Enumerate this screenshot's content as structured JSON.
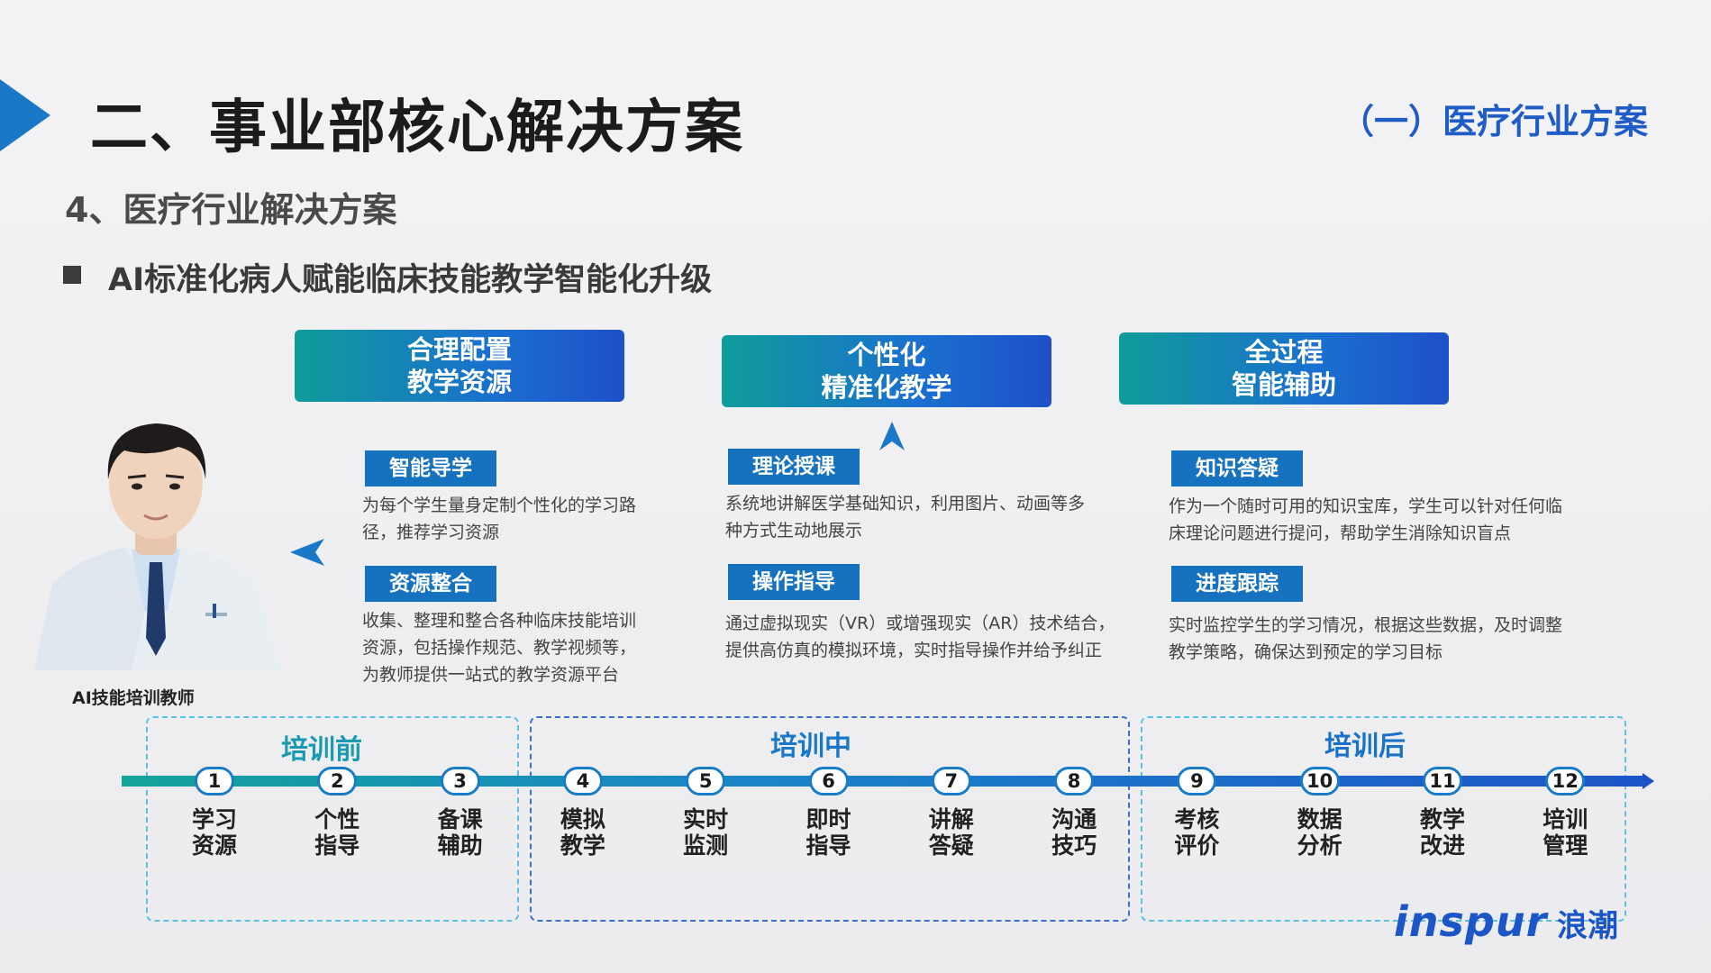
{
  "header": {
    "title": "二、事业部核心解决方案",
    "section": "（一）医疗行业方案",
    "subtitle": "4、医疗行业解决方案",
    "bullet": "AI标准化病人赋能临床技能教学智能化升级"
  },
  "columns": [
    {
      "banner_line1": "合理配置",
      "banner_line2": "教学资源",
      "items": [
        {
          "tag": "智能导学",
          "desc1": "为每个学生量身定制个性化的学习路",
          "desc2": "径，推荐学习资源",
          "desc3": ""
        },
        {
          "tag": "资源整合",
          "desc1": "收集、整理和整合各种临床技能培训",
          "desc2": "资源，包括操作规范、教学视频等，",
          "desc3": "为教师提供一站式的教学资源平台"
        }
      ]
    },
    {
      "banner_line1": "个性化",
      "banner_line2": "精准化教学",
      "items": [
        {
          "tag": "理论授课",
          "desc1": "系统地讲解医学基础知识，利用图片、动画等多",
          "desc2": "种方式生动地展示",
          "desc3": ""
        },
        {
          "tag": "操作指导",
          "desc1": "通过虚拟现实（VR）或增强现实（AR）技术结合，",
          "desc2": "提供高仿真的模拟环境，实时指导操作并给予纠正",
          "desc3": ""
        }
      ]
    },
    {
      "banner_line1": "全过程",
      "banner_line2": "智能辅助",
      "items": [
        {
          "tag": "知识答疑",
          "desc1": "作为一个随时可用的知识宝库，学生可以针对任何临",
          "desc2": "床理论问题进行提问，帮助学生消除知识盲点",
          "desc3": ""
        },
        {
          "tag": "进度跟踪",
          "desc1": "实时监控学生的学习情况，根据这些数据，及时调整",
          "desc2": "教学策略，确保达到预定的学习目标",
          "desc3": ""
        }
      ]
    }
  ],
  "doctor_caption": "AI技能培训教师",
  "phases": [
    "培训前",
    "培训中",
    "培训后"
  ],
  "steps": [
    {
      "num": "1",
      "l1": "学习",
      "l2": "资源"
    },
    {
      "num": "2",
      "l1": "个性",
      "l2": "指导"
    },
    {
      "num": "3",
      "l1": "备课",
      "l2": "辅助"
    },
    {
      "num": "4",
      "l1": "模拟",
      "l2": "教学"
    },
    {
      "num": "5",
      "l1": "实时",
      "l2": "监测"
    },
    {
      "num": "6",
      "l1": "即时",
      "l2": "指导"
    },
    {
      "num": "7",
      "l1": "讲解",
      "l2": "答疑"
    },
    {
      "num": "8",
      "l1": "沟通",
      "l2": "技巧"
    },
    {
      "num": "9",
      "l1": "考核",
      "l2": "评价"
    },
    {
      "num": "10",
      "l1": "数据",
      "l2": "分析"
    },
    {
      "num": "11",
      "l1": "教学",
      "l2": "改进"
    },
    {
      "num": "12",
      "l1": "培训",
      "l2": "管理"
    }
  ],
  "logo": {
    "en": "inspur",
    "cn": "浪潮"
  },
  "colors": {
    "accent": "#1a78c8",
    "teal": "#0f9c9a",
    "brand_blue": "#1c55c6"
  }
}
